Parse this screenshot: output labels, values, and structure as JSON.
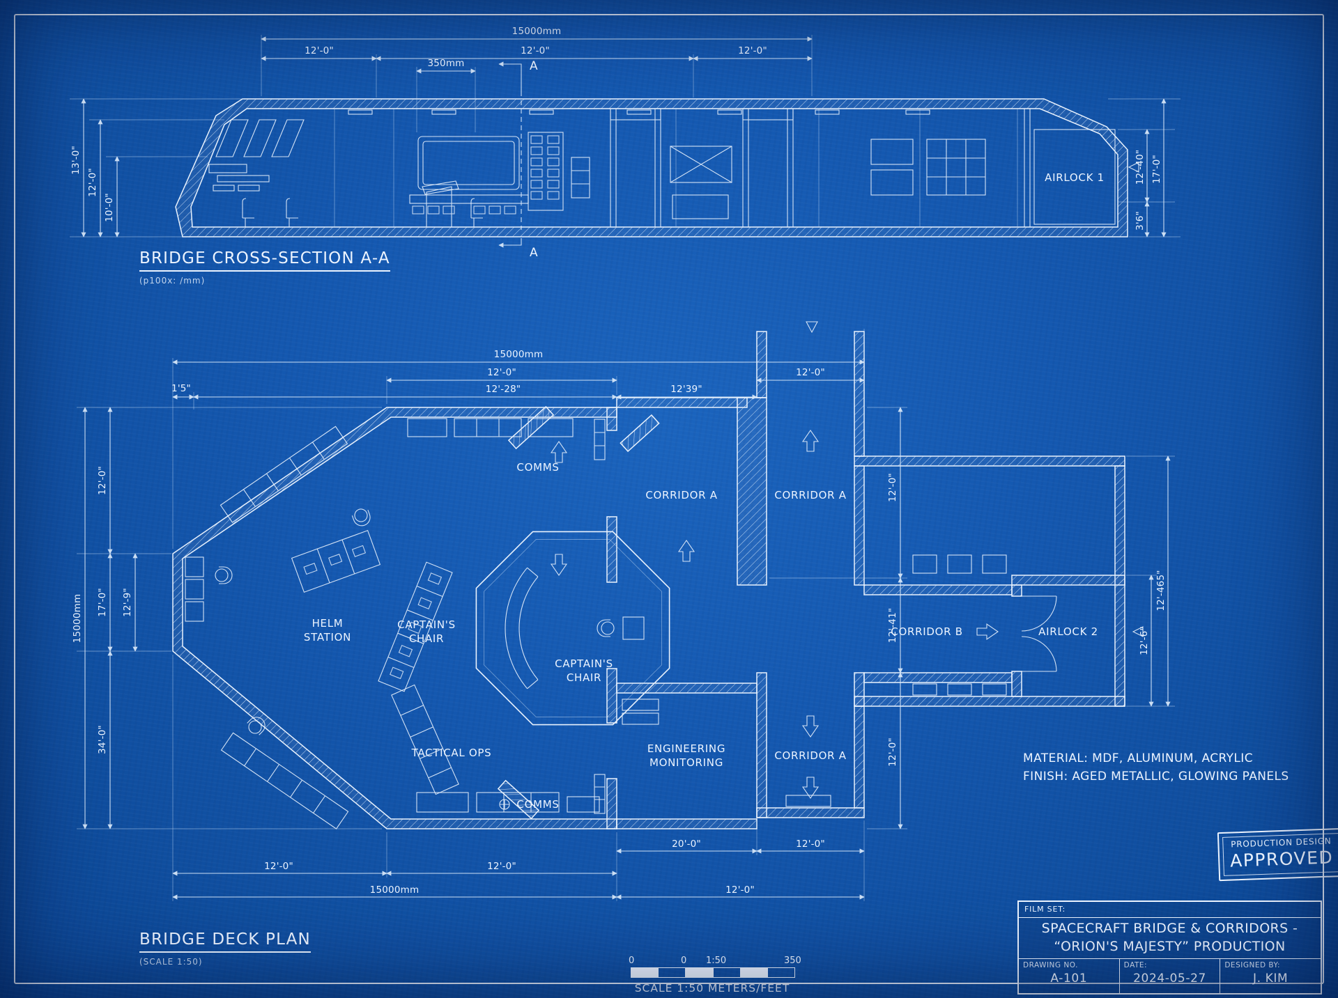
{
  "cross_section": {
    "title": "BRIDGE CROSS-SECTION A-A",
    "subtitle": "(p100x: /mm)",
    "labels": {
      "airlock": "AIRLOCK 1",
      "section": "A"
    },
    "dims": {
      "total": "15000mm",
      "seg1": "12'-0\"",
      "seg2": "12'-0\"",
      "seg3": "12'-0\"",
      "small": "350mm",
      "left1": "13'-0\"",
      "left2": "12'-0\"",
      "left3": "10'-0\"",
      "right1": "12'-40\"",
      "right2": "17'-0\"",
      "right3": "3'6\""
    }
  },
  "deck_plan": {
    "title": "BRIDGE DECK PLAN",
    "subtitle": "(SCALE 1:50)",
    "rooms": {
      "comms": "COMMS",
      "comms2": "COMMS",
      "helm1": "HELM",
      "helm2": "STATION",
      "cap1a": "CAPTAIN'S",
      "cap1b": "CHAIR",
      "cap2a": "CAPTAIN'S",
      "cap2b": "CHAIR",
      "tactical": "TACTICAL OPS",
      "corridor_a": "CORRIDOR A",
      "corridor_b": "CORRIDOR B",
      "eng1": "ENGINEERING",
      "eng2": "MONITORING",
      "airlock2": "AIRLOCK 2"
    },
    "dims": {
      "total_top": "15000mm",
      "top_r2a": "12'-0\"",
      "top_r2b": "12'-0\"",
      "top_r3a": "1'5\"",
      "top_r3b": "12'-28\"",
      "top_r3c": "12'39\"",
      "left_total": "15000mm",
      "left1": "12'-0\"",
      "left2": "17'-0\"",
      "left3": "34'-0\"",
      "left_inner": "12'-9\"",
      "right1": "12'-0\"",
      "right2": "12'-41\"",
      "right3": "12'-0\"",
      "far_right1": "12'-6\"",
      "far_right2": "12'-465\"",
      "bot_r1a": "20'-0\"",
      "bot_r1b": "12'-0\"",
      "bot_r2a": "12'-0\"",
      "bot_r2b": "12'-0\"",
      "bot_total": "15000mm",
      "bot_r3b": "12'-0\""
    }
  },
  "notes": {
    "material": "MATERIAL: MDF, ALUMINUM, ACRYLIC",
    "finish": "FINISH:  AGED METALLIC, GLOWING PANELS"
  },
  "stamp": {
    "line1": "PRODUCTION DESIGN",
    "line2": "APPROVED"
  },
  "title_block": {
    "film_set_label": "FILM SET:",
    "title1": "SPACECRAFT BRIDGE & CORRIDORS -",
    "title2": "“ORION'S MAJESTY” PRODUCTION",
    "drawing_no_label": "DRAWING NO.",
    "drawing_no": "A-101",
    "date_label": "DATE:",
    "date": "2024-05-27",
    "designer_label": "DESIGNED BY:",
    "designer": "J. KIM"
  },
  "scale_bar": {
    "labels": [
      "0",
      "0",
      "1:50",
      "350"
    ],
    "caption": "SCALE  1:50   METERS/FEET"
  }
}
